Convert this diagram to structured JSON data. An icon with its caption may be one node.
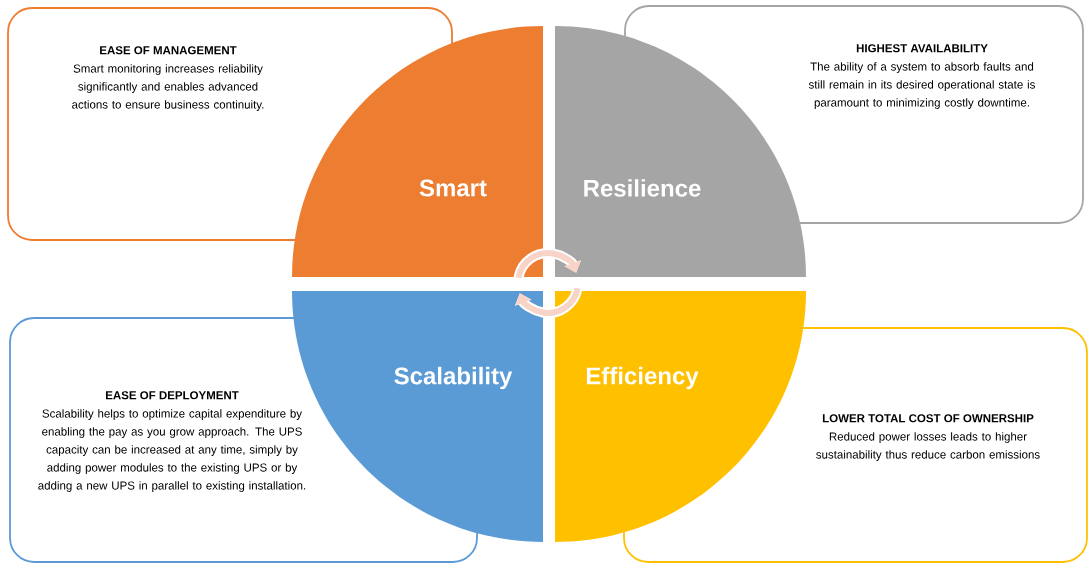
{
  "diagram": {
    "nodes": [
      {
        "text": [
          "EASE OF MANAGEMENT",
          "Smart monitoring increases reliability significantly and enables advanced actions to ensure business continuity."
        ]
      },
      {
        "text": [
          "Smart"
        ]
      },
      {
        "text": [
          "Resilience"
        ]
      },
      {
        "text": [
          "HIGHEST AVAILABILITY",
          "The ability of a system to absorb faults and still remain in its desired operational state is paramount to minimizing costly downtime."
        ]
      },
      {
        "text": [
          "EASE OF DEPLOYMENT",
          "Scalability helps to optimize capital expenditure by enabling the pay as you grow approach. The UPS capacity can be increased at any time, simply by adding power modules to the existing UPS or by adding a new UPS in parallel to existing installation."
        ]
      },
      {
        "text": [
          "Scalability"
        ]
      },
      {
        "text": [
          "Efficiency"
        ]
      },
      {
        "text": [
          "LOWER TOTAL COST OF OWNERSHIP",
          "Reduced power losses leads to higher sustainability thus reduce carbon emissions"
        ]
      }
    ],
    "edges": [
      {
        "from": 1,
        "to": 2,
        "arrow": "to"
      },
      {
        "from": 6,
        "to": 5,
        "arrow": "to"
      }
    ]
  }
}
